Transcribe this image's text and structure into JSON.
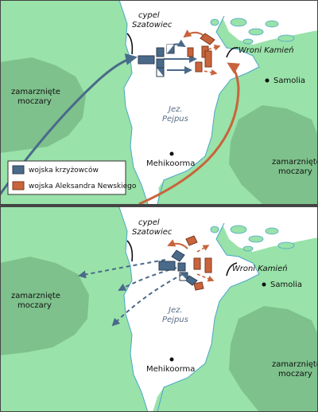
{
  "colors": {
    "land": "#99e2a9",
    "marsh": "#7ec18c",
    "water": "#ffffff",
    "shore": "#4aa6c8",
    "crusaders": "#4a6a8a",
    "crusaders_stroke": "#2e3e52",
    "novgorod": "#c8643c",
    "novgorod_stroke": "#7a3a1e",
    "frame": "#444444"
  },
  "icons": {
    "settlement": "dot",
    "cape": "curved-line"
  },
  "panels": [
    {
      "labels": {
        "cape": [
          "cypel",
          "Szatowiec"
        ],
        "wroni": "Wroni Kamień",
        "samolia": "Samolia",
        "marsh_left": [
          "zamarznięte",
          "moczary"
        ],
        "marsh_right": [
          "zamarznięte",
          "moczary"
        ],
        "lake": [
          "Jez.",
          "Pejpus"
        ],
        "mehikoorma": "Mehikoorma"
      }
    },
    {
      "labels": {
        "cape": [
          "cypel",
          "Szatowiec"
        ],
        "wroni": "Wroni Kamień",
        "samolia": "Samolia",
        "marsh_left": [
          "zamarznięte",
          "moczary"
        ],
        "marsh_right": [
          "zamarznięte",
          "moczary"
        ],
        "lake": [
          "Jez.",
          "Pejpus"
        ],
        "mehikoorma": "Mehikoorma"
      }
    }
  ],
  "legend": {
    "items": [
      {
        "label": "wojska krzyżowców"
      },
      {
        "label": "wojska Aleksandra Newskiego"
      }
    ]
  }
}
